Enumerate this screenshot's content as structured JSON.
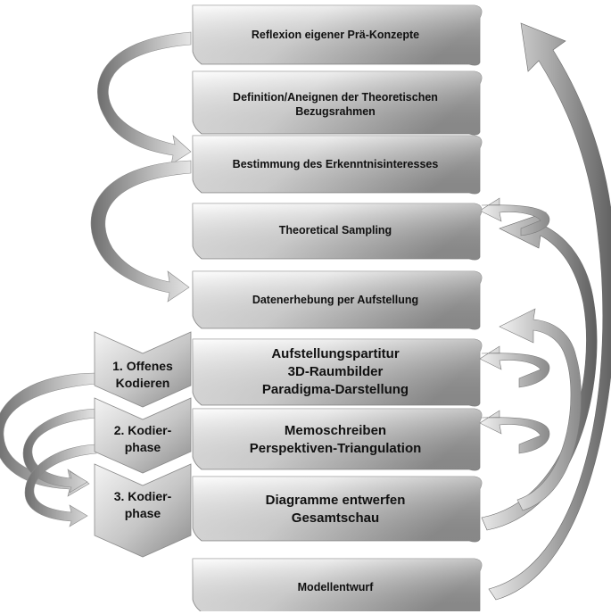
{
  "steps": [
    {
      "label": "Reflexion eigener Prä-Konzepte"
    },
    {
      "label": "Definition/Aneignen der Theoretischen\nBezugsrahmen"
    },
    {
      "label": "Bestimmung des Erkenntnisinteresses"
    },
    {
      "label": "Theoretical Sampling"
    },
    {
      "label": "Datenerhebung per Aufstellung"
    },
    {
      "label": "Aufstellungspartitur\n3D-Raumbilder\nParadigma-Darstellung"
    },
    {
      "label": "Memoschreiben\nPerspektiven-Triangulation"
    },
    {
      "label": "Diagramme entwerfen\nGesamtschau"
    },
    {
      "label": "Modellentwurf"
    }
  ],
  "phases": [
    {
      "label": "1. Offenes\nKodieren"
    },
    {
      "label": "2. Kodier-\nphase"
    },
    {
      "label": "3. Kodier-\nphase"
    }
  ],
  "colors": {
    "box_light": "#fdfdfd",
    "box_dark": "#9a9a9a",
    "arrow_light": "#e6e6e6",
    "arrow_dark": "#6e6e6e",
    "text": "#111111"
  }
}
